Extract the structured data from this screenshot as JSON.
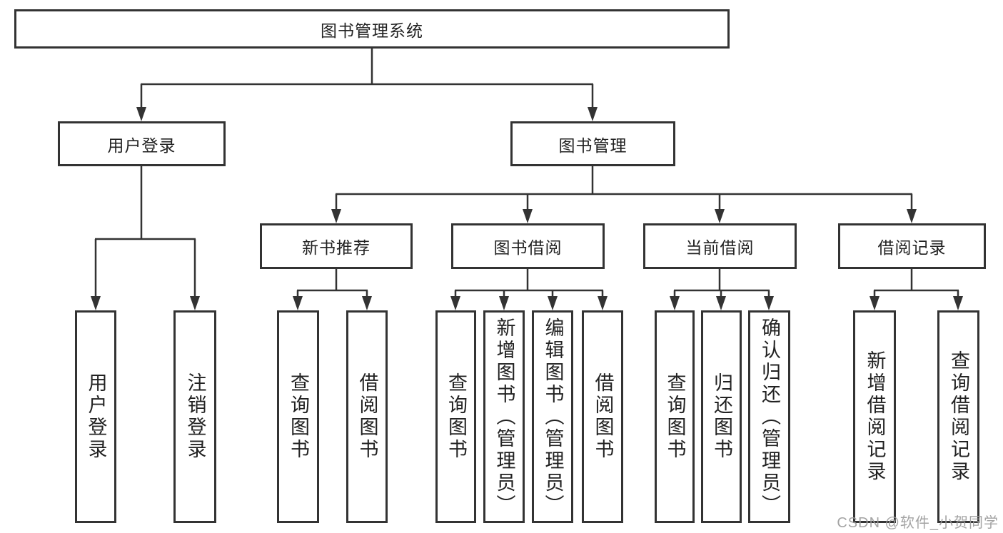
{
  "diagram": {
    "root": {
      "label": "图书管理系统"
    },
    "level2": [
      {
        "label": "用户登录"
      },
      {
        "label": "图书管理"
      }
    ],
    "level3": [
      {
        "label": "新书推荐"
      },
      {
        "label": "图书借阅"
      },
      {
        "label": "当前借阅"
      },
      {
        "label": "借阅记录"
      }
    ],
    "leaves": [
      {
        "label": "用户登录"
      },
      {
        "label": "注销登录"
      },
      {
        "label": "查询图书"
      },
      {
        "label": "借阅图书"
      },
      {
        "label": "查询图书"
      },
      {
        "label": "新增图书（管理员）"
      },
      {
        "label": "编辑图书（管理员）"
      },
      {
        "label": "借阅图书"
      },
      {
        "label": "查询图书"
      },
      {
        "label": "归还图书"
      },
      {
        "label": "确认归还（管理员）"
      },
      {
        "label": "新增借阅记录"
      },
      {
        "label": "查询借阅记录"
      }
    ]
  },
  "watermark": {
    "text": "CSDN @软件_小贺同学"
  },
  "colors": {
    "line": "#333333",
    "text": "#222222",
    "background": "#ffffff",
    "watermark": "#9c9c9c"
  }
}
